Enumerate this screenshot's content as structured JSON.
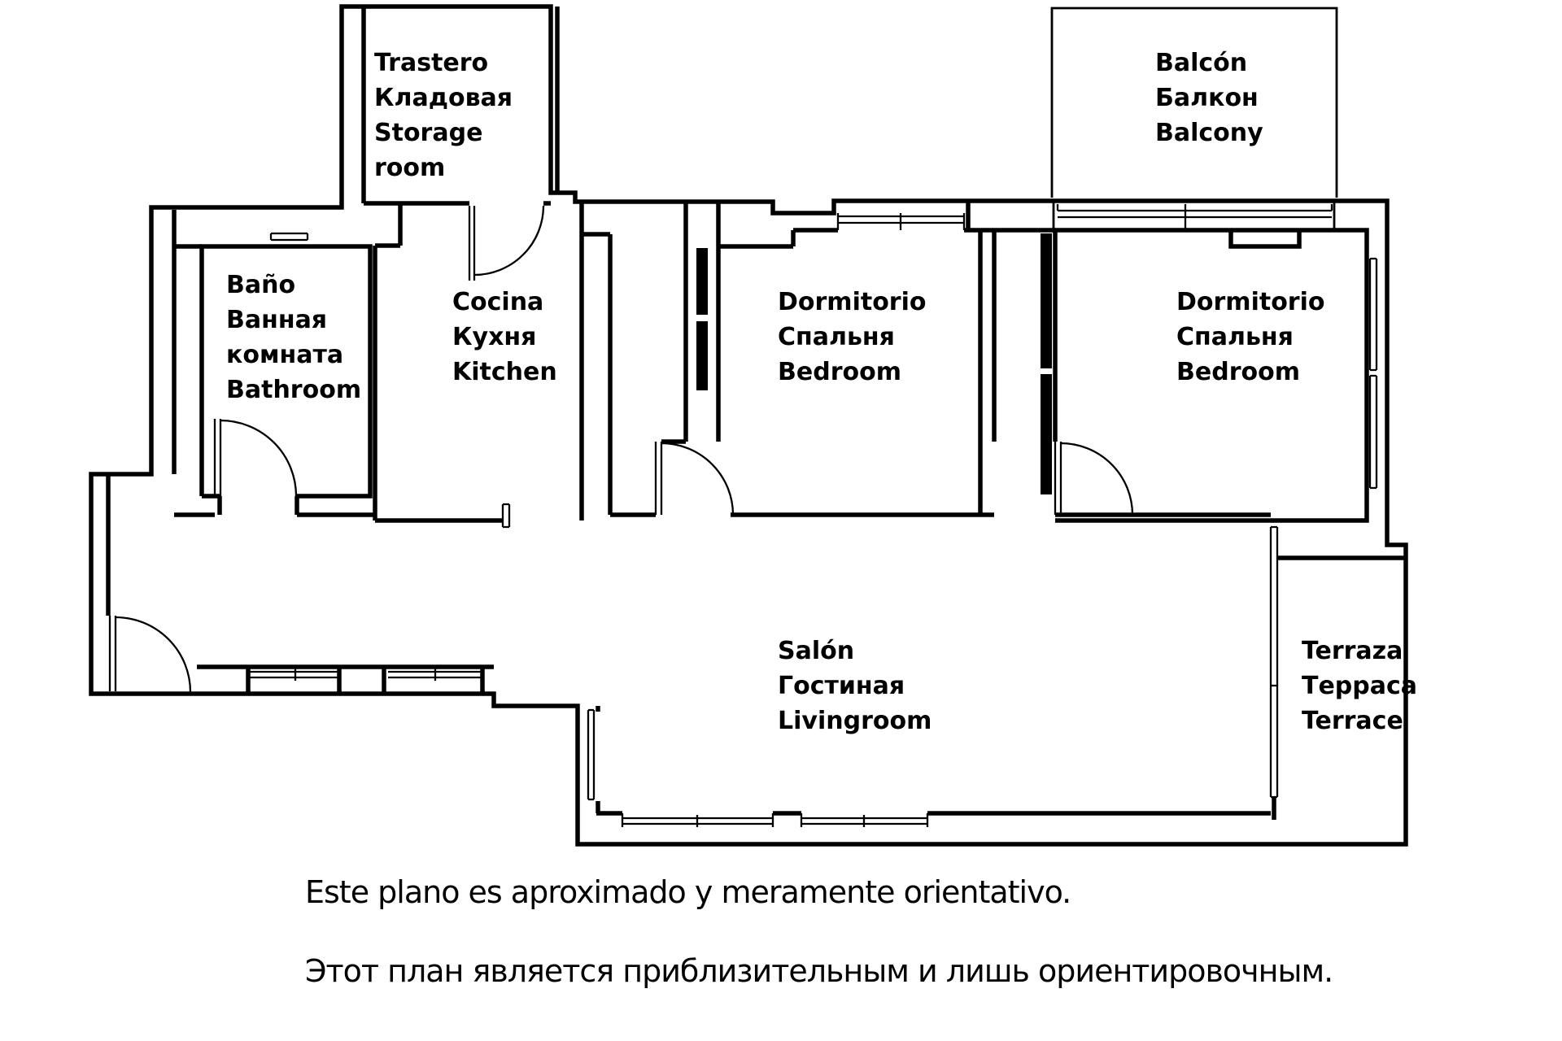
{
  "plan": {
    "background_color": "#ffffff",
    "line_color": "#000000",
    "rooms": [
      {
        "id": "storage",
        "lines": [
          "Trastero",
          "Кладовая",
          "Storage",
          "room"
        ]
      },
      {
        "id": "balcony",
        "lines": [
          "Balcón",
          "Балкон",
          "Balcony"
        ]
      },
      {
        "id": "bathroom",
        "lines": [
          "Baño",
          "Ванная",
          "комната",
          "Bathroom"
        ]
      },
      {
        "id": "kitchen",
        "lines": [
          "Cocina",
          "Кухня",
          "Kitchen"
        ]
      },
      {
        "id": "bedroom-front",
        "lines": [
          "Dormitorio",
          "Спальня",
          "Bedroom"
        ]
      },
      {
        "id": "bedroom-back",
        "lines": [
          "Dormitorio",
          "Спальня",
          "Bedroom"
        ]
      },
      {
        "id": "livingroom",
        "lines": [
          "Salón",
          "Гостиная",
          "Livingroom"
        ]
      },
      {
        "id": "terrace",
        "lines": [
          "Terraza",
          "Терраса",
          "Terrace"
        ]
      }
    ],
    "disclaimer": {
      "es": "Este plano es aproximado y meramente orientativo.",
      "ru": "Этот план является приблизительным и лишь ориентировочным."
    }
  }
}
